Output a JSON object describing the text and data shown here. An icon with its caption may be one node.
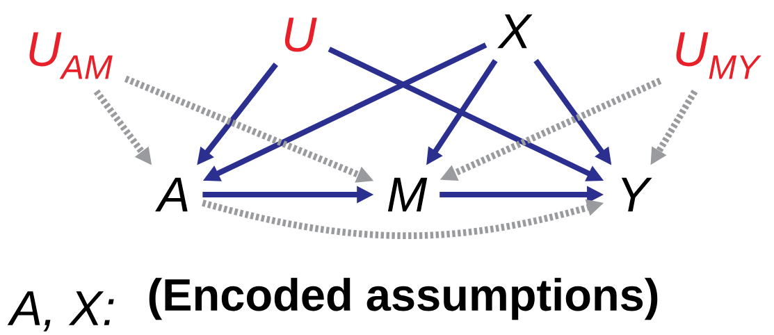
{
  "diagram": {
    "caption": "(Encoded assumptions)",
    "nodes": [
      {
        "text": [
          "U$_{AM}$"
        ]
      },
      {
        "text": [
          "U"
        ]
      },
      {
        "text": [
          "X"
        ]
      },
      {
        "text": [
          "U$_{MY}$"
        ]
      },
      {
        "text": [
          "A"
        ]
      },
      {
        "text": [
          "M"
        ]
      },
      {
        "text": [
          "Y"
        ]
      }
    ],
    "edges": [
      {
        "from": 1,
        "to": 4,
        "arrow": "to"
      },
      {
        "from": 1,
        "to": 6,
        "arrow": "to"
      },
      {
        "from": 2,
        "to": 4,
        "arrow": "to"
      },
      {
        "from": 2,
        "to": 5,
        "arrow": "to"
      },
      {
        "from": 2,
        "to": 6,
        "arrow": "to"
      },
      {
        "from": 4,
        "to": 5,
        "arrow": "to"
      },
      {
        "from": 5,
        "to": 6,
        "arrow": "to"
      },
      {
        "from": 0,
        "to": 4,
        "arrow": "to",
        "style": "dashed",
        "color": "#9a9b9e"
      },
      {
        "from": 0,
        "to": 5,
        "arrow": "to",
        "style": "dashed",
        "color": "#9a9b9e"
      },
      {
        "from": 3,
        "to": 5,
        "arrow": "to",
        "style": "dashed",
        "color": "#9a9b9e"
      },
      {
        "from": 3,
        "to": 6,
        "arrow": "to",
        "style": "dashed",
        "color": "#9a9b9e"
      },
      {
        "from": 4,
        "to": 6,
        "arrow": "to",
        "style": "dashed",
        "color": "#9a9b9e"
      }
    ],
    "labels": [
      "A, X:"
    ]
  }
}
